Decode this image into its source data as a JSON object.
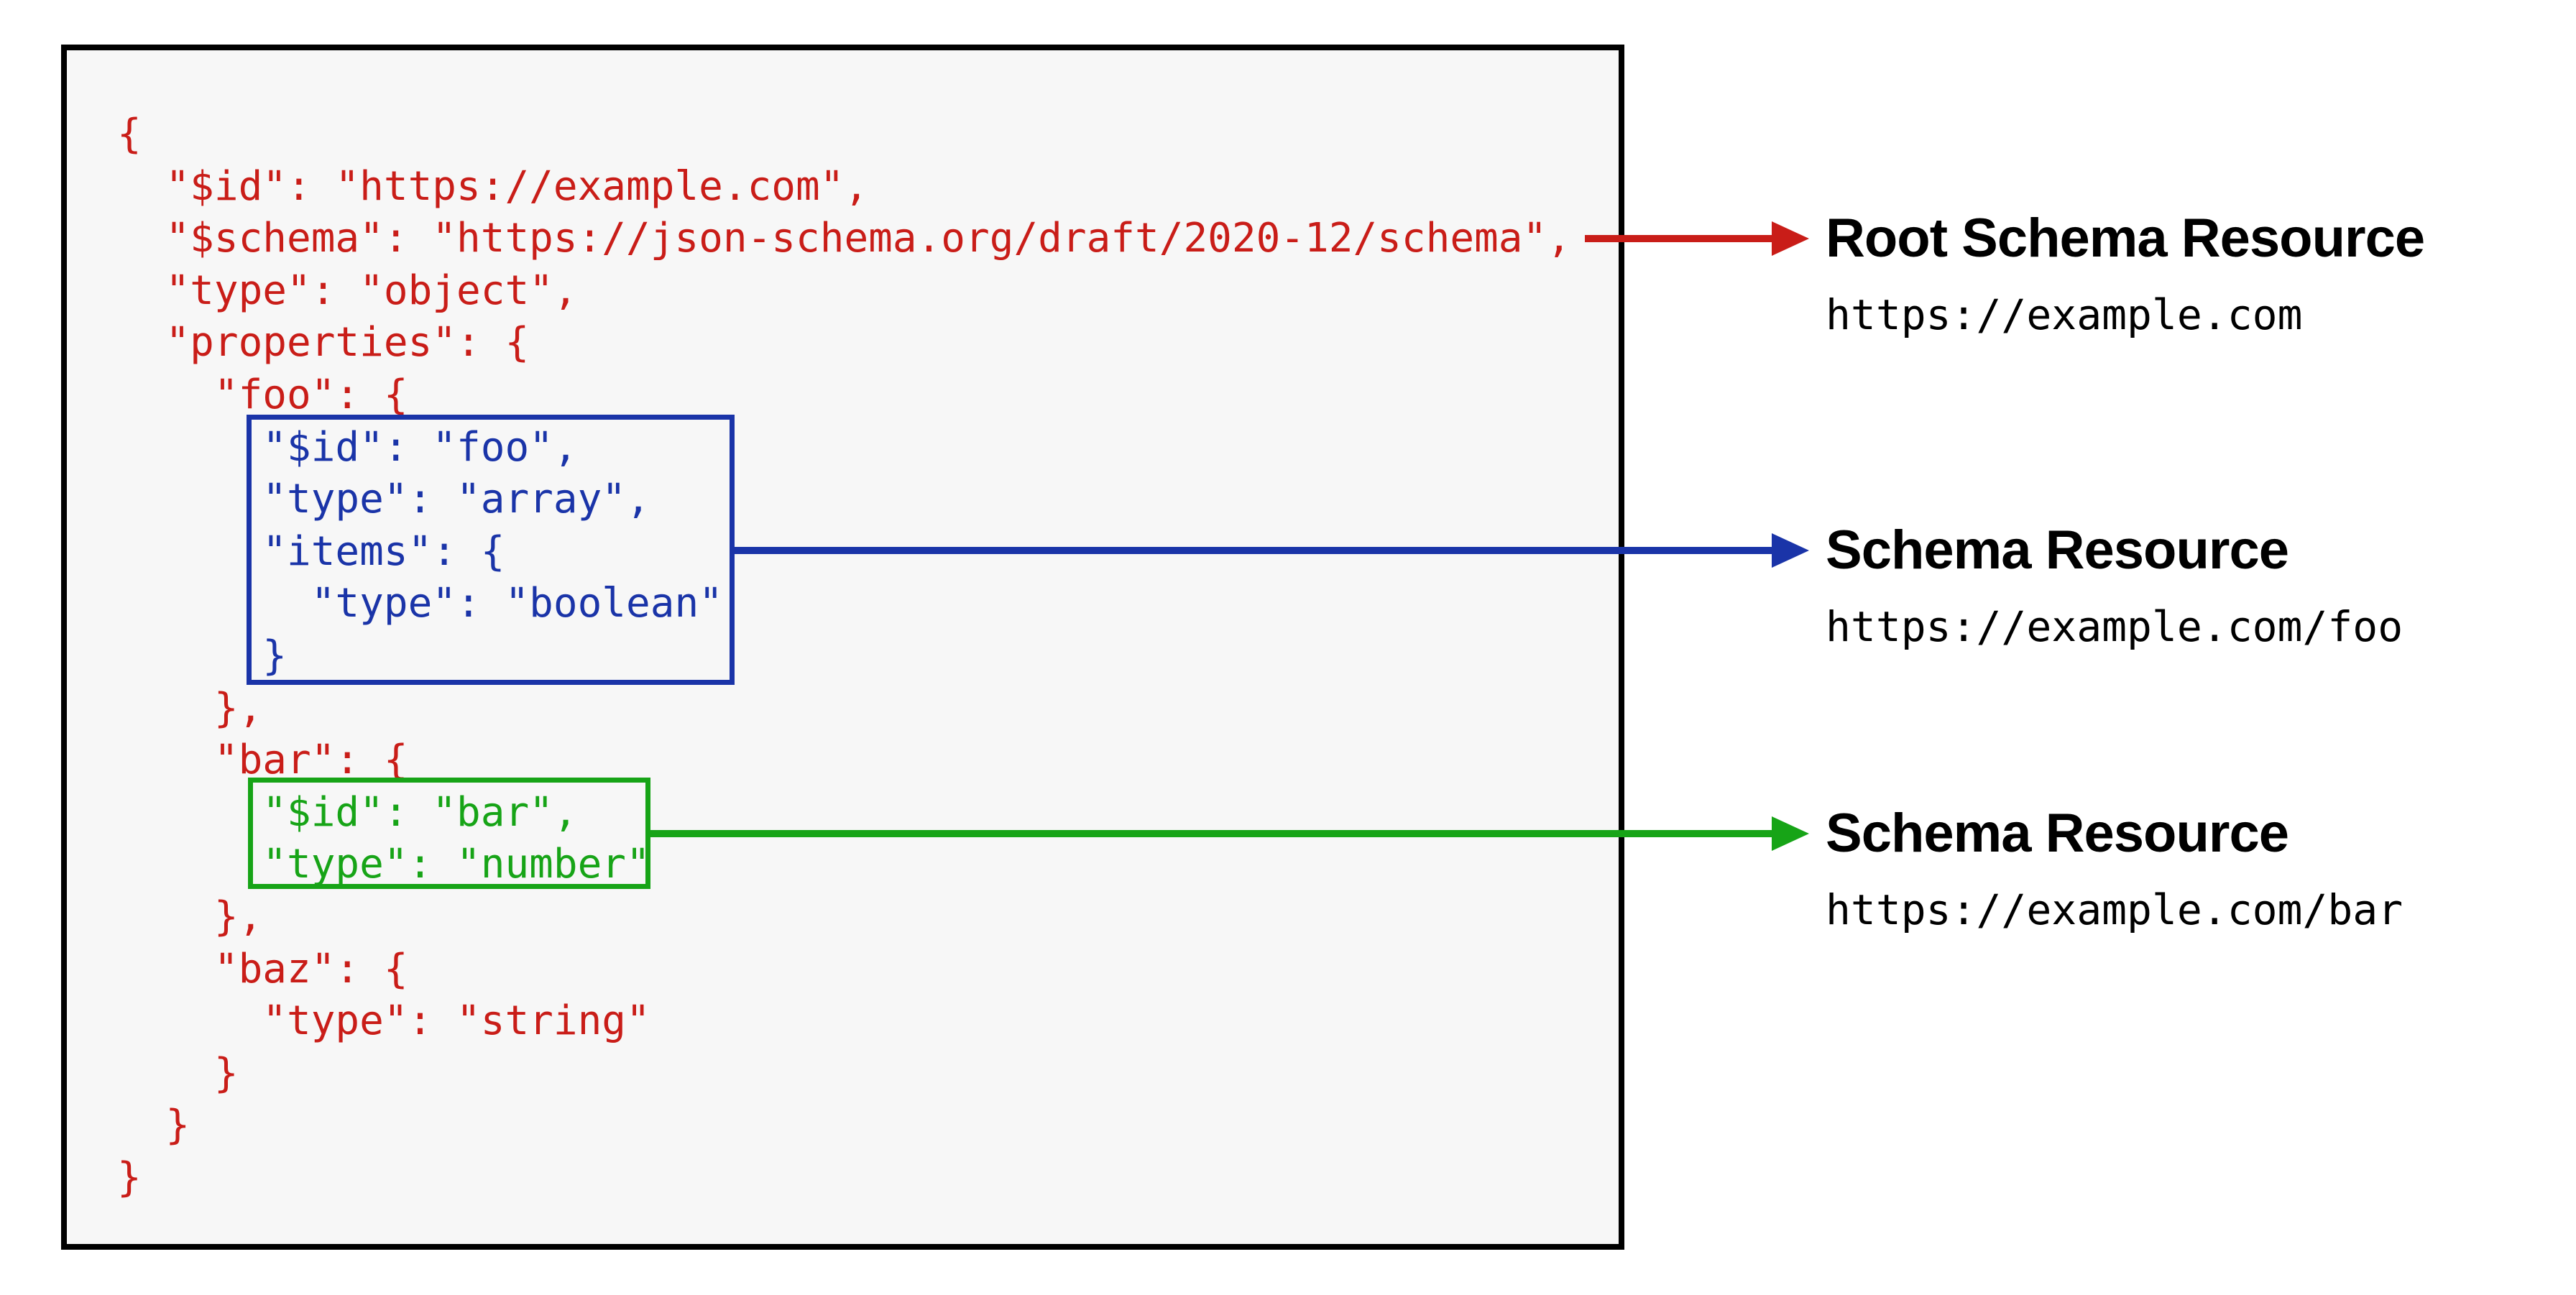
{
  "colors": {
    "red": "#c91d18",
    "blue": "#1a34a8",
    "green": "#17a417",
    "boxBg": "#f7f7f7",
    "boxBorder": "#000000",
    "labelText": "#000000",
    "pageBg": "#ffffff"
  },
  "code": {
    "language": "json-schema",
    "lines": [
      {
        "text": "{",
        "color": "red"
      },
      {
        "text": "  \"$id\": \"https://example.com\",",
        "color": "red"
      },
      {
        "text": "  \"$schema\": \"https://json-schema.org/draft/2020-12/schema\",",
        "color": "red"
      },
      {
        "text": "  \"type\": \"object\",",
        "color": "red"
      },
      {
        "text": "  \"properties\": {",
        "color": "red"
      },
      {
        "text": "    \"foo\": {",
        "color": "red"
      },
      {
        "text": "      \"$id\": \"foo\",",
        "color": "blue"
      },
      {
        "text": "      \"type\": \"array\",",
        "color": "blue"
      },
      {
        "text": "      \"items\": {",
        "color": "blue"
      },
      {
        "text": "        \"type\": \"boolean\"",
        "color": "blue"
      },
      {
        "text": "      }",
        "color": "blue"
      },
      {
        "text": "    },",
        "color": "red"
      },
      {
        "text": "    \"bar\": {",
        "color": "red"
      },
      {
        "text": "      \"$id\": \"bar\",",
        "color": "green"
      },
      {
        "text": "      \"type\": \"number\"",
        "color": "green"
      },
      {
        "text": "    },",
        "color": "red"
      },
      {
        "text": "    \"baz\": {",
        "color": "red"
      },
      {
        "text": "      \"type\": \"string\"",
        "color": "red"
      },
      {
        "text": "    }",
        "color": "red"
      },
      {
        "text": "  }",
        "color": "red"
      },
      {
        "text": "}",
        "color": "red"
      }
    ]
  },
  "annotations": [
    {
      "title": "Root Schema Resource",
      "url": "https://example.com",
      "color": "red"
    },
    {
      "title": "Schema Resource",
      "url": "https://example.com/foo",
      "color": "blue"
    },
    {
      "title": "Schema Resource",
      "url": "https://example.com/bar",
      "color": "green"
    }
  ]
}
